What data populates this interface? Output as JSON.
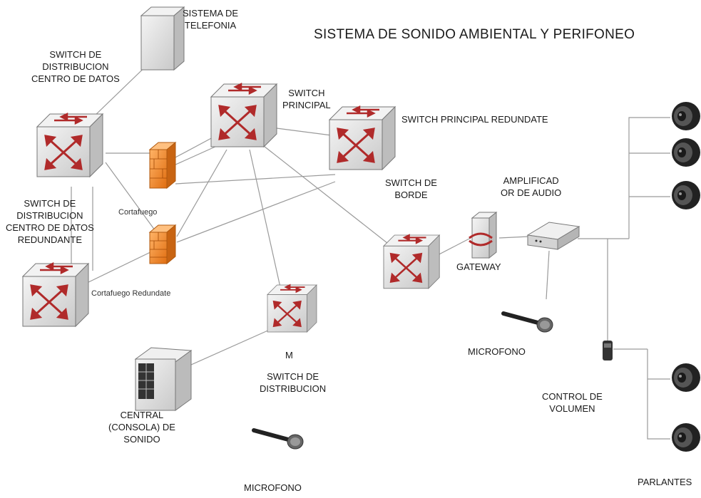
{
  "title": "SISTEMA DE SONIDO AMBIENTAL Y PERIFONEO",
  "labels": {
    "telefonia": "SISTEMA DE\nTELEFONIA",
    "switch_dist_cd": "SWITCH DE\nDISTRIBUCION\nCENTRO DE DATOS",
    "switch_dist_cd_red": "SWITCH DE\nDISTRIBUCION\nCENTRO DE DATOS\nREDUNDANTE",
    "switch_principal": "SWITCH\nPRINCIPAL",
    "switch_principal_red": "SWITCH PRINCIPAL REDUNDATE",
    "switch_borde": "SWITCH DE\nBORDE",
    "amplificador": "AMPLIFICAD\nOR DE AUDIO",
    "gateway": "GATEWAY",
    "cortafuego": "Cortafuego",
    "cortafuego_red": "Cortafuego Redundate",
    "microfono_right": "MICROFONO",
    "switch_dist_m": "M",
    "switch_dist": "SWITCH DE\nDISTRIBUCION",
    "central": "CENTRAL\n(CONSOLA) DE\nSONIDO",
    "microfono_bottom": "MICROFONO",
    "control_volumen": "CONTROL DE\nVOLUMEN",
    "parlantes": "PARLANTES"
  },
  "colors": {
    "line": "#9a9a9a",
    "device_face": "#e6e6e6",
    "device_side": "#bdbdbd",
    "arrow": "#b02a2a",
    "firewall": "#f08a24"
  }
}
